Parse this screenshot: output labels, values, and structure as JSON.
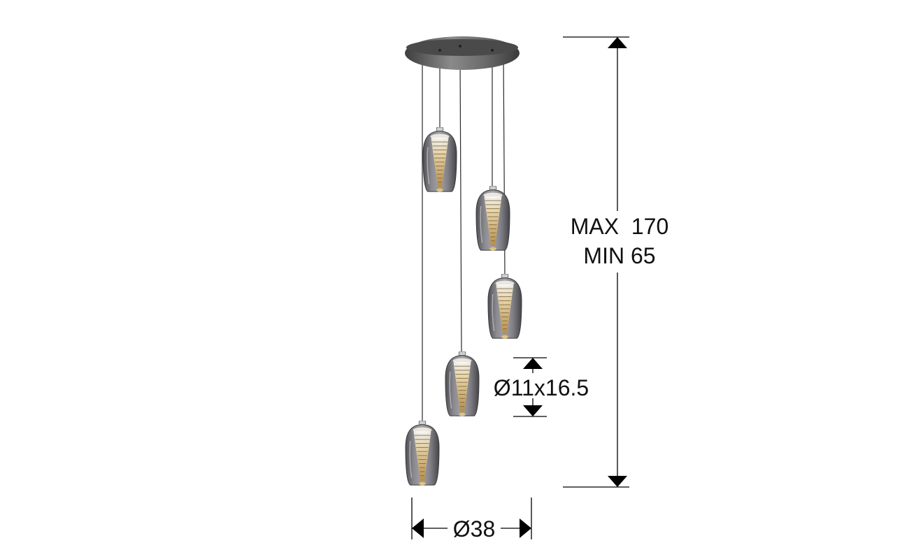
{
  "height_label": {
    "max": "MAX  170",
    "min": "MIN 65"
  },
  "shade_label": "Ø11x16.5",
  "width_label": "Ø38",
  "colors": {
    "line": "#000000",
    "canopy": "#5d5d5d",
    "glass": "#6f6f73",
    "glow": "#e9c77b"
  }
}
